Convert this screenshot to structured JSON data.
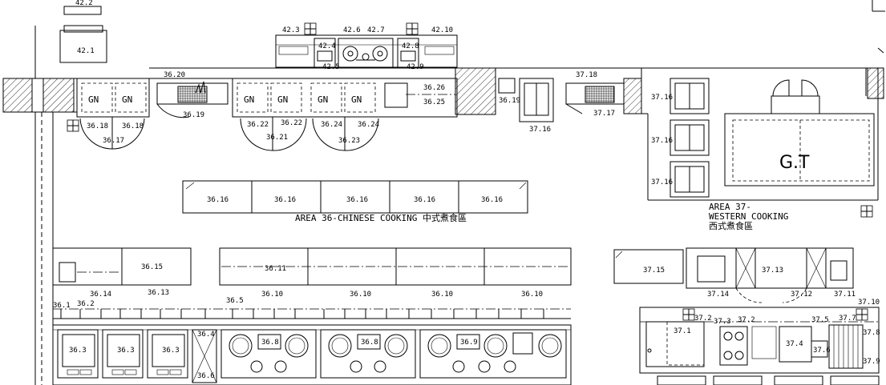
{
  "diagram": {
    "labels": {
      "l422": "42.2",
      "l421": "42.1",
      "l423": "42.3",
      "l426": "42.6",
      "l427": "42.7",
      "l4210": "42.10",
      "l424": "42.4",
      "l425": "42.5",
      "l428": "42.8",
      "l429": "42.9",
      "gn": "GN",
      "l3620": "36.20",
      "l3619": "36.19",
      "l3618": "36.18",
      "l3617": "36.17",
      "l3622": "36.22",
      "l3621": "36.21",
      "l3624": "36.24",
      "l3623": "36.23",
      "l3626": "36.26",
      "l3625": "36.25",
      "l3718": "37.18",
      "l3716": "37.16",
      "l3717": "37.17",
      "l3616": "36.16",
      "l3615": "36.15",
      "l3614": "36.14",
      "l3613": "36.13",
      "l3611": "36.11",
      "l3610": "36.10",
      "l3715": "37.15",
      "l3713": "37.13",
      "l3714": "37.14",
      "l3712": "37.12",
      "l3711": "37.11",
      "l3710": "37.10",
      "l361": "36.1",
      "l362": "36.2",
      "l365": "36.5",
      "l363": "36.3",
      "l364": "36.4",
      "l366": "36.6",
      "l368": "36.8",
      "l369": "36.9",
      "l371": "37.1",
      "l372": "37.2",
      "l373": "37.3",
      "l374": "37.4",
      "l375": "37.5",
      "l376": "37.6",
      "l377": "37.7",
      "l378": "37.8",
      "l379": "37.9",
      "gt": "G.T",
      "area36": "AREA 36-CHINESE COOKING 中式煮食區",
      "area37a": "AREA 37-",
      "area37b": "WESTERN COOKING",
      "area37c": "西式煮食區"
    }
  }
}
